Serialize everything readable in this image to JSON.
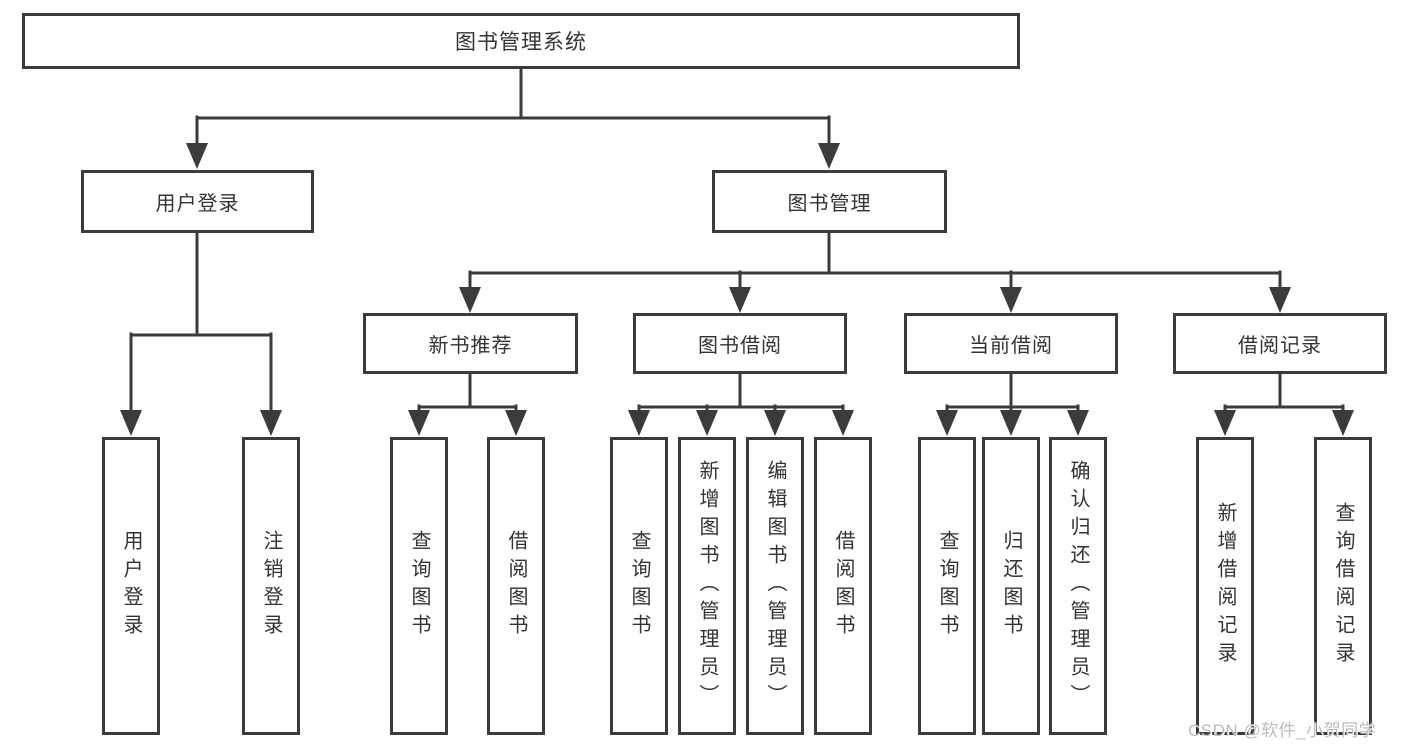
{
  "colors": {
    "line": "#3b3b3b",
    "text": "#333333",
    "watermark": "#bcbcbc"
  },
  "diagram": {
    "root": {
      "label": "图书管理系统"
    },
    "branches": [
      {
        "label": "用户登录",
        "leaves": [
          {
            "label": "用户登录"
          },
          {
            "label": "注销登录"
          }
        ]
      },
      {
        "label": "图书管理",
        "groups": [
          {
            "label": "新书推荐",
            "leaves": [
              {
                "label": "查询图书"
              },
              {
                "label": "借阅图书"
              }
            ]
          },
          {
            "label": "图书借阅",
            "leaves": [
              {
                "label": "查询图书"
              },
              {
                "label": "新增图书（管理员）"
              },
              {
                "label": "编辑图书（管理员）"
              },
              {
                "label": "借阅图书"
              }
            ]
          },
          {
            "label": "当前借阅",
            "leaves": [
              {
                "label": "查询图书"
              },
              {
                "label": "归还图书"
              },
              {
                "label": "确认归还（管理员）"
              }
            ]
          },
          {
            "label": "借阅记录",
            "leaves": [
              {
                "label": "新增借阅记录"
              },
              {
                "label": "查询借阅记录"
              }
            ]
          }
        ]
      }
    ]
  },
  "watermark": {
    "text": "CSDN @软件_小贺同学"
  }
}
